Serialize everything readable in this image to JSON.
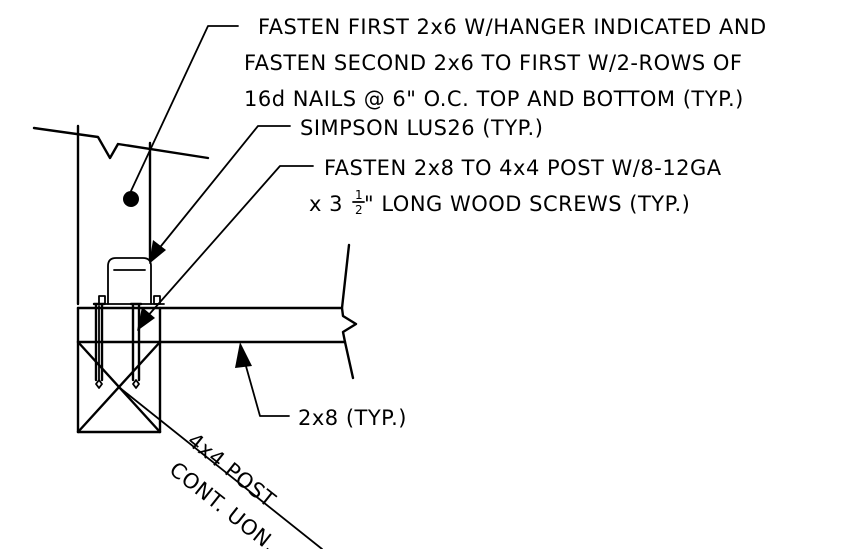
{
  "notes": {
    "first_2x6": {
      "line1": "FASTEN FIRST 2x6 W/HANGER INDICATED AND",
      "line2": "FASTEN SECOND 2x6 TO FIRST W/2-ROWS OF",
      "line3": "16d NAILS @ 6\" O.C. TOP AND BOTTOM (TYP.)"
    },
    "hanger": "SIMPSON LUS26 (TYP.)",
    "screws": {
      "line1": "FASTEN 2x8 TO 4x4 POST W/8-12GA",
      "line2_prefix": "x 3",
      "line2_frac_num": "1",
      "line2_frac_den": "2",
      "line2_suffix": "\" LONG WOOD SCREWS (TYP.)"
    },
    "beam": "2x8 (TYP.)",
    "post": {
      "line1": "4x4 POST",
      "line2": "CONT. UON."
    }
  },
  "symbols": {
    "leader_arrow": "arrowhead-icon",
    "nail_dot": "nail-dot-icon",
    "break_line": "break-line-icon"
  },
  "colors": {
    "line": "#000000",
    "background": "#ffffff"
  }
}
